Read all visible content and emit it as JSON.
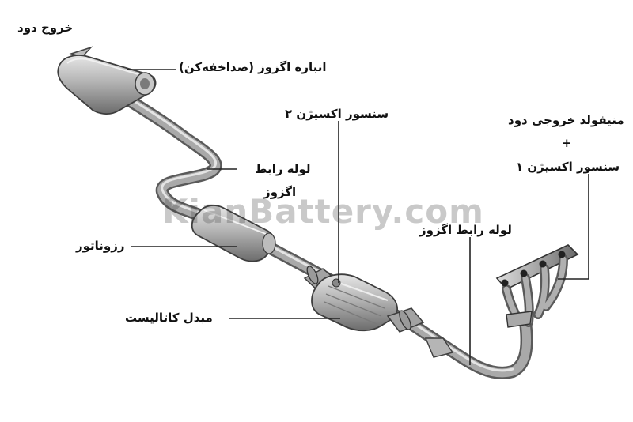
{
  "watermark": "KianBattery.com",
  "labels": {
    "smoke_outlet": "خروج دود",
    "muffler": "انباره اگزوز (صداخفه‌کن)",
    "oxygen_sensor_2": "سنسور اکسیژن ۲",
    "manifold_line1": "منیفولد خروجی دود",
    "manifold_plus": "+",
    "manifold_line2": "سنسور اکسیژن ۱",
    "link_pipe_1_line1": "لوله رابط",
    "link_pipe_1_line2": "اگزوز",
    "link_pipe_2": "لوله رابط اگزوز",
    "resonator": "رزوناتور",
    "catalytic_converter": "مبدل کاتالیست"
  },
  "colors": {
    "metal_light": "#d9d9d9",
    "metal_mid": "#a8a8a8",
    "metal_dark": "#555555",
    "leader_line": "#222222"
  }
}
